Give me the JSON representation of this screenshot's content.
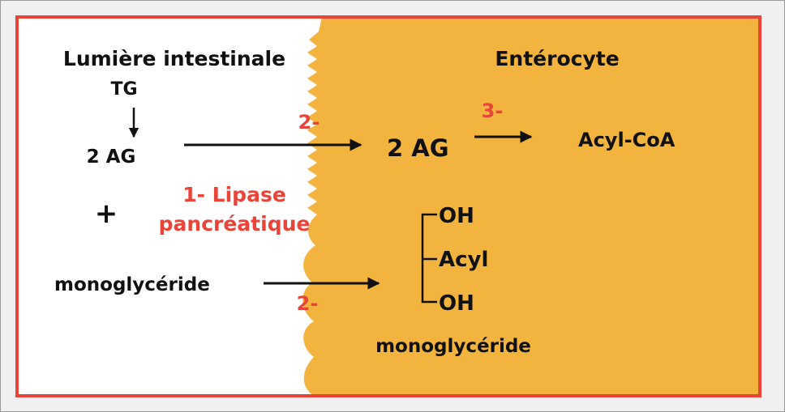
{
  "colors": {
    "enterocyte_fill": "#f2b43e",
    "frame": "#e8443a",
    "text": "#111111",
    "step_text": "#e8443a",
    "background": "#ffffff"
  },
  "labels": {
    "lumen_title": "Lumière intestinale",
    "enterocyte_title": "Entérocyte",
    "tg": "TG",
    "ag_left": "2 AG",
    "plus": "+",
    "monoglyceride_left": "monoglycéride",
    "ag_right": "2 AG",
    "acyl_coa": "Acyl-CoA",
    "oh_top": "OH",
    "acyl": "Acyl",
    "oh_bottom": "OH",
    "monoglyceride_right": "monoglycéride"
  },
  "steps": {
    "step2_top": "2-",
    "step3": "3-",
    "step1_line1": "1- Lipase",
    "step1_line2": "pancréatique",
    "step2_bottom": "2-"
  }
}
